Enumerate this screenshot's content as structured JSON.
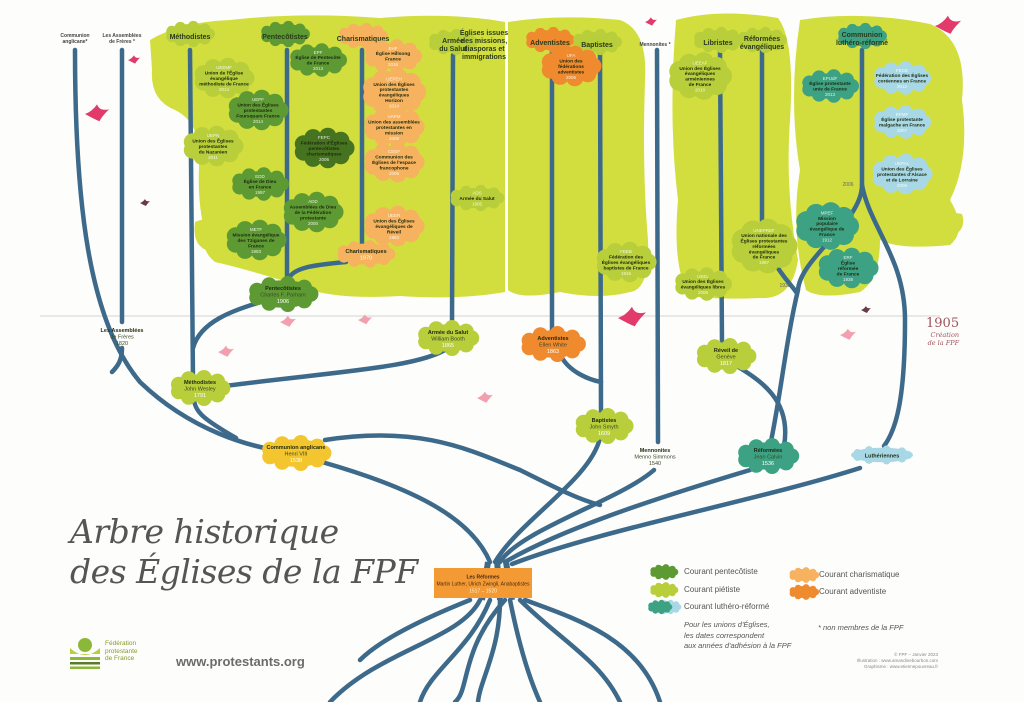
{
  "title": [
    "Arbre historique",
    "des Églises de la FPF"
  ],
  "website": "www.protestants.org",
  "logo_text": [
    "Fédération",
    "protestante",
    "de France"
  ],
  "fpf_creation": {
    "year": "1905",
    "lines": [
      "Création",
      "de la FPF"
    ]
  },
  "colors": {
    "branch": "#3d6a8a",
    "foliage": "#d2de3e",
    "pentecostal": "#5e9a33",
    "pentecostal_dark": "#46731f",
    "pietist": "#b8ce3a",
    "charismatic": "#f6b25e",
    "adventist": "#f08a2e",
    "luthero": "#3ca283",
    "luthero_light": "#a8d8e6",
    "anglican": "#f3c52f",
    "reformes_box": "#f39a35"
  },
  "headers": [
    {
      "id": "anglicane",
      "lines": [
        "Communion",
        "anglicane*"
      ]
    },
    {
      "id": "freres",
      "lines": [
        "Les Assemblées",
        "de Frères *"
      ]
    },
    {
      "id": "methodistes",
      "lines": [
        "Méthodistes"
      ]
    },
    {
      "id": "pentecotistes",
      "lines": [
        "Pentecôtistes"
      ]
    },
    {
      "id": "charismatiques",
      "lines": [
        "Charismatiques"
      ]
    },
    {
      "id": "armee",
      "lines": [
        "Armée",
        "du Salut"
      ]
    },
    {
      "id": "issues",
      "lines": [
        "Églises issues",
        "des missions,",
        "diasporas et",
        "immigrations"
      ]
    },
    {
      "id": "adventistes",
      "lines": [
        "Adventistes"
      ]
    },
    {
      "id": "baptistes",
      "lines": [
        "Baptistes"
      ]
    },
    {
      "id": "mennonites",
      "lines": [
        "Mennonites *"
      ]
    },
    {
      "id": "libristes",
      "lines": [
        "Libristes"
      ]
    },
    {
      "id": "refevang",
      "lines": [
        "Réformées",
        "évangéliques"
      ]
    },
    {
      "id": "luthero",
      "lines": [
        "Communion",
        "luthéro-réformé"
      ]
    }
  ],
  "unions": [
    {
      "id": "ueemf",
      "code": "UEEMF",
      "lines": [
        "Union de l'Église",
        "évangélique",
        "méthodiste de France"
      ],
      "year": "2014"
    },
    {
      "id": "uepn",
      "code": "UEPN",
      "lines": [
        "Union des Églises",
        "protestantes",
        "du Nazaréen"
      ],
      "year": "2011"
    },
    {
      "id": "epf",
      "code": "EPF",
      "lines": [
        "Église de Pentecôte",
        "de France"
      ],
      "year": "2013"
    },
    {
      "id": "foursquare",
      "code": "UEPF",
      "lines": [
        "Union des Églises",
        "protestantes",
        "Foursquare France"
      ],
      "year": "2014"
    },
    {
      "id": "fepc",
      "code": "FEPC",
      "lines": [
        "Fédération d'Églises",
        "pentecôtistes",
        "charismatiques"
      ],
      "year": "2006"
    },
    {
      "id": "edd",
      "code": "EDD",
      "lines": [
        "Église de Dieu",
        "en France"
      ],
      "year": "1997"
    },
    {
      "id": "add",
      "code": "ADD",
      "lines": [
        "Assemblées de Dieu",
        "de la Fédération",
        "protestante"
      ],
      "year": "2000"
    },
    {
      "id": "mett",
      "code": "METF",
      "lines": [
        "Mission évangélique",
        "des Tziganes de",
        "France"
      ],
      "year": "1993"
    },
    {
      "id": "ehf",
      "code": "EHF",
      "lines": [
        "Église Hillsong",
        "France"
      ],
      "year": "2016"
    },
    {
      "id": "uepeh",
      "code": "UEPEH",
      "lines": [
        "Union des Églises",
        "protestantes",
        "évangéliques",
        "Horizon"
      ],
      "year": "2014"
    },
    {
      "id": "uapm",
      "code": "UAPM",
      "lines": [
        "Union des assemblées",
        "protestantes en",
        "mission"
      ],
      "year": "2006"
    },
    {
      "id": "ceef",
      "code": "CEEF",
      "lines": [
        "Communion des",
        "Églises de l'espace",
        "francophone"
      ],
      "year": "2006"
    },
    {
      "id": "ueer",
      "code": "UEER",
      "lines": [
        "Union des Églises",
        "évangéliques de",
        "Réveil"
      ],
      "year": "1983"
    },
    {
      "id": "ads",
      "code": "ADS",
      "lines": [
        "Armée du Salut"
      ],
      "year": "1905"
    },
    {
      "id": "ufa",
      "code": "UFA",
      "lines": [
        "Union des",
        "fédérations",
        "adventistes"
      ],
      "year": "2006"
    },
    {
      "id": "feeb",
      "code": "FEEB",
      "lines": [
        "Fédération des",
        "Églises évangéliques",
        "baptistes de France"
      ],
      "year": "1916"
    },
    {
      "id": "ueeaf",
      "code": "UEEAF",
      "lines": [
        "Union des Églises",
        "évangéliques",
        "arméniennes",
        "de France"
      ],
      "year": "2010"
    },
    {
      "id": "ueel",
      "code": "UEEL",
      "lines": [
        "Union des Églises",
        "évangéliques libres"
      ],
      "year": "2006"
    },
    {
      "id": "unepref",
      "code": "UNEPREF",
      "lines": [
        "Union nationale des",
        "Églises protestantes",
        "réformées",
        "évangéliques",
        "de France"
      ],
      "year": "1987"
    },
    {
      "id": "epudf",
      "code": "EPUdF",
      "lines": [
        "Église protestante",
        "unie de France"
      ],
      "year": "2013"
    },
    {
      "id": "fece",
      "code": "FECE",
      "lines": [
        "Fédération des Églises",
        "coréennes en France"
      ],
      "year": "2012"
    },
    {
      "id": "epmf",
      "code": "EPMF",
      "lines": [
        "Église protestante",
        "malgache en France"
      ],
      "year": "2007"
    },
    {
      "id": "uepal",
      "code": "UEPAL",
      "lines": [
        "Union des Églises",
        "protestantes d'Alsace",
        "et de Lorraine"
      ],
      "year": "2006"
    },
    {
      "id": "mpef",
      "code": "MPEF",
      "lines": [
        "Mission",
        "populaire",
        "évangélique de",
        "France"
      ],
      "year": "1912"
    },
    {
      "id": "erf",
      "code": "ERF",
      "lines": [
        "Église",
        "réformée",
        "de France"
      ],
      "year": "1938"
    }
  ],
  "branch_years": [
    {
      "id": "y2006",
      "text": "2006"
    },
    {
      "id": "y1938",
      "text": "1938"
    }
  ],
  "origins": [
    {
      "id": "pentecotistes",
      "lines": [
        "Pentecôtistes",
        "Charles F. Parham",
        "1906"
      ]
    },
    {
      "id": "charismatiques",
      "lines": [
        "Charismatiques",
        "1970"
      ]
    },
    {
      "id": "freres",
      "lines": [
        "Les Assemblées",
        "de Frères",
        "1820"
      ]
    },
    {
      "id": "armee",
      "lines": [
        "Armée du Salut",
        "William Booth",
        "1865"
      ]
    },
    {
      "id": "adventistes",
      "lines": [
        "Adventistes",
        "Ellen White",
        "1863"
      ]
    },
    {
      "id": "methodistes",
      "lines": [
        "Méthodistes",
        "John Wesley",
        "1791"
      ]
    },
    {
      "id": "geneve",
      "lines": [
        "Réveil de",
        "Genève",
        "1817"
      ]
    },
    {
      "id": "baptistes",
      "lines": [
        "Baptistes",
        "John Smyth",
        "1609"
      ]
    },
    {
      "id": "anglicane",
      "lines": [
        "Communion anglicane",
        "Henri VIII",
        "1538"
      ]
    },
    {
      "id": "mennonites",
      "lines": [
        "Mennonites",
        "Menno Simmons",
        "1540"
      ]
    },
    {
      "id": "reformees",
      "lines": [
        "Réformées",
        "Jean Calvin",
        "1536"
      ]
    },
    {
      "id": "lutheriennes",
      "lines": [
        "Luthériennes"
      ]
    }
  ],
  "root_node": {
    "lines": [
      "Les Réformes",
      "Martin Luther, Ulrich Zwingli, Anabaptistes",
      "1517 – 1520"
    ]
  },
  "legend": [
    {
      "id": "pentecostal",
      "label": "Courant pentecôtiste"
    },
    {
      "id": "pietist",
      "label": "Courant piétiste"
    },
    {
      "id": "luthero",
      "label": "Courant luthéro-réformé"
    },
    {
      "id": "charismatic",
      "label": "Courant charismatique"
    },
    {
      "id": "adventist",
      "label": "Courant adventiste"
    }
  ],
  "note": [
    "Pour les unions d'Églises,",
    "les dates correspondent",
    "aux années d'adhésion à la FPF"
  ],
  "non_members": "* non membres de la FPF",
  "credits": [
    "© FPF – Janvier 2023",
    "Illustration : www.amandinebourbon.com",
    "Graphisme : www.etiennepouvreau.fr"
  ]
}
